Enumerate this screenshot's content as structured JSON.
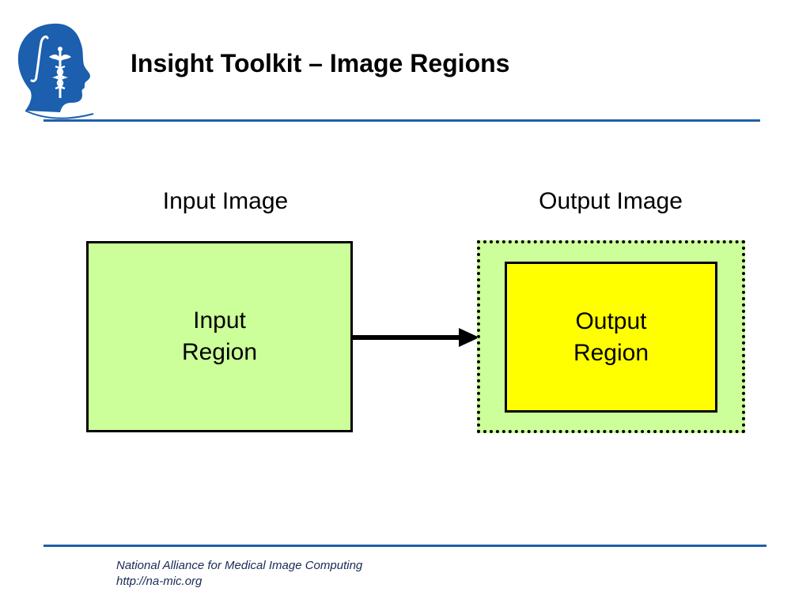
{
  "header": {
    "title": "Insight Toolkit – Image Regions",
    "logo_icon": "na-mic-head-caduceus-icon",
    "rule_color": "#1f5faa"
  },
  "diagram": {
    "input_image_label": "Input Image",
    "output_image_label": "Output Image",
    "input_region": {
      "line1": "Input",
      "line2": "Region",
      "fill": "#ccff99"
    },
    "output_region": {
      "line1": "Output",
      "line2": "Region",
      "fill": "#ffff00"
    },
    "output_image_fill": "#ccff99",
    "arrow_icon": "right-arrow-icon"
  },
  "footer": {
    "line1": "National Alliance for Medical Image Computing",
    "line2": "http://na-mic.org"
  }
}
